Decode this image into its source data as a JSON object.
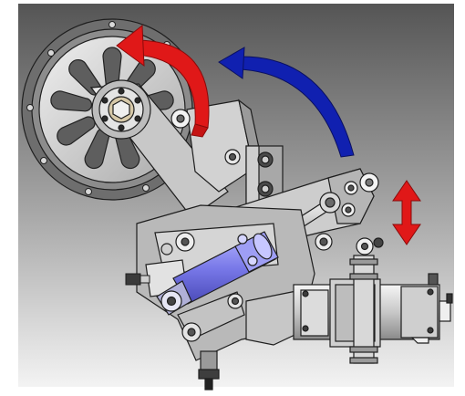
{
  "image": {
    "subject": "mechanical-assembly-render",
    "colors": {
      "bg_top": "#5a5a5a",
      "bg_bottom": "#f4f4f4",
      "arrow_red": "#e01818",
      "arrow_blue": "#1020b0",
      "cylinder_blue": "#8c8cf0",
      "metal_light": "#e6e6e6",
      "metal_mid": "#bdbdbd",
      "metal_dark": "#7a7a7a",
      "outline": "#1e1e1e"
    },
    "indicators": [
      {
        "name": "rotation-arrow",
        "color": "red"
      },
      {
        "name": "swing-arrow",
        "color": "blue"
      },
      {
        "name": "vertical-travel-arrow",
        "color": "red"
      }
    ]
  }
}
